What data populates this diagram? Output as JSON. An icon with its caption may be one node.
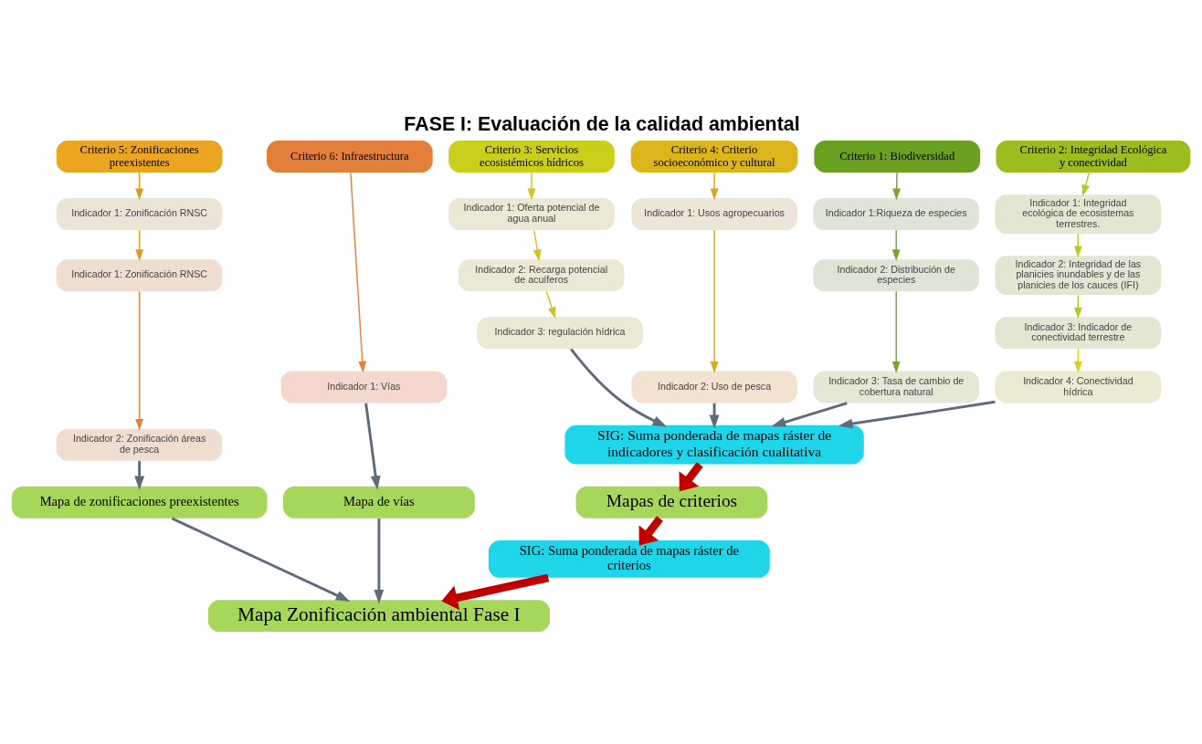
{
  "diagram": {
    "title": "FASE I: Evaluación de la calidad ambiental",
    "nodes": [
      {
        "text": [
          "Criterio 1: Biodiversidad"
        ]
      },
      {
        "text": [
          "Indicador 1:Riqueza de especies"
        ]
      },
      {
        "text": [
          "Indicador 2: Distribución de especies"
        ]
      },
      {
        "text": [
          "Indicador 3: Tasa de cambio de cobertura natural"
        ]
      },
      {
        "text": [
          "Criterio 2: Integridad Ecológica y conectividad"
        ]
      },
      {
        "text": [
          "Indicador 1: Integridad ecológica de ecosistemas terrestres."
        ]
      },
      {
        "text": [
          "Indicador 2: Integridad de las planicies inundables y de las planicies de los cauces (IFI)"
        ]
      },
      {
        "text": [
          "Indicador 3: Indicador de conectividad terrestre"
        ]
      },
      {
        "text": [
          "Indicador 4: Conectividad hídrica"
        ]
      },
      {
        "text": [
          "Criterio 3: Servicios ecosistémicos hídricos"
        ]
      },
      {
        "text": [
          "Indicador 1: Oferta potencial de agua anual"
        ]
      },
      {
        "text": [
          "Indicador 2: Recarga potencial de acuíferos"
        ]
      },
      {
        "text": [
          "Indicador 3: regulación hídrica"
        ]
      },
      {
        "text": [
          "Criterio 4: Criterio socioeconómico y cultural"
        ]
      },
      {
        "text": [
          "Indicador 1: Usos agropecuarios"
        ]
      },
      {
        "text": [
          "Indicador 2: Uso de pesca"
        ]
      },
      {
        "text": [
          "Criterio 5: Zonificaciones preexistentes"
        ]
      },
      {
        "text": [
          "Indicador 1: Zonificación RNSC"
        ]
      },
      {
        "text": [
          "Indicador 1: Zonificación RNSC"
        ]
      },
      {
        "text": [
          "Indicador 2: Zonificación áreas de pesca"
        ]
      },
      {
        "text": [
          "Criterio 6: Infraestructura"
        ]
      },
      {
        "text": [
          "Indicador 1: Vías"
        ]
      },
      {
        "text": [
          "SIG: Suma ponderada de mapas ráster de indicadores y clasificación cualitativa"
        ]
      },
      {
        "text": [
          "Mapas de criterios"
        ]
      },
      {
        "text": [
          "SIG: Suma ponderada de mapas ráster de criterios"
        ]
      },
      {
        "text": [
          "Mapa de zonificaciones preexistentes"
        ]
      },
      {
        "text": [
          "Mapa de vías"
        ]
      },
      {
        "text": [
          "Mapa Zonificación ambiental Fase I"
        ]
      }
    ],
    "edges": [
      {
        "from": 0,
        "to": 1,
        "arrow": "to",
        "color": "#7aa22f"
      },
      {
        "from": 1,
        "to": 2,
        "arrow": "to",
        "color": "#7aa22f"
      },
      {
        "from": 2,
        "to": 3,
        "arrow": "to",
        "color": "#7aa22f"
      },
      {
        "from": 4,
        "to": 5,
        "arrow": "to",
        "color": "#b5c92a"
      },
      {
        "from": 5,
        "to": 6,
        "arrow": "to",
        "color": "#b5c92a"
      },
      {
        "from": 6,
        "to": 7,
        "arrow": "to",
        "color": "#b5c92a"
      },
      {
        "from": 7,
        "to": 8,
        "arrow": "to",
        "color": "#d8d020"
      },
      {
        "from": 9,
        "to": 10,
        "arrow": "to",
        "color": "#d8c020"
      },
      {
        "from": 10,
        "to": 11,
        "arrow": "to",
        "color": "#d8c020"
      },
      {
        "from": 11,
        "to": 12,
        "arrow": "to",
        "color": "#d8c020"
      },
      {
        "from": 13,
        "to": 14,
        "arrow": "to",
        "color": "#d8a820"
      },
      {
        "from": 14,
        "to": 15,
        "arrow": "to",
        "color": "#d8a820"
      },
      {
        "from": 16,
        "to": 17,
        "arrow": "to",
        "color": "#e09a20"
      },
      {
        "from": 17,
        "to": 18,
        "arrow": "to",
        "color": "#e09a20"
      },
      {
        "from": 18,
        "to": 19,
        "arrow": "to",
        "color": "#e8803a"
      },
      {
        "from": 20,
        "to": 21,
        "arrow": "to",
        "color": "#e8803a"
      },
      {
        "from": 3,
        "to": 22,
        "arrow": "to"
      },
      {
        "from": 8,
        "to": 22,
        "arrow": "to"
      },
      {
        "from": 12,
        "to": 22,
        "arrow": "to"
      },
      {
        "from": 15,
        "to": 22,
        "arrow": "to"
      },
      {
        "from": 22,
        "to": 23,
        "arrow": "to",
        "style": "thick",
        "color": "#c00000"
      },
      {
        "from": 23,
        "to": 24,
        "arrow": "to",
        "style": "thick",
        "color": "#c00000"
      },
      {
        "from": 24,
        "to": 27,
        "arrow": "to",
        "style": "thick",
        "color": "#c00000"
      },
      {
        "from": 19,
        "to": 25,
        "arrow": "to"
      },
      {
        "from": 21,
        "to": 26,
        "arrow": "to"
      },
      {
        "from": 25,
        "to": 27,
        "arrow": "to"
      },
      {
        "from": 26,
        "to": 27,
        "arrow": "to"
      }
    ]
  }
}
